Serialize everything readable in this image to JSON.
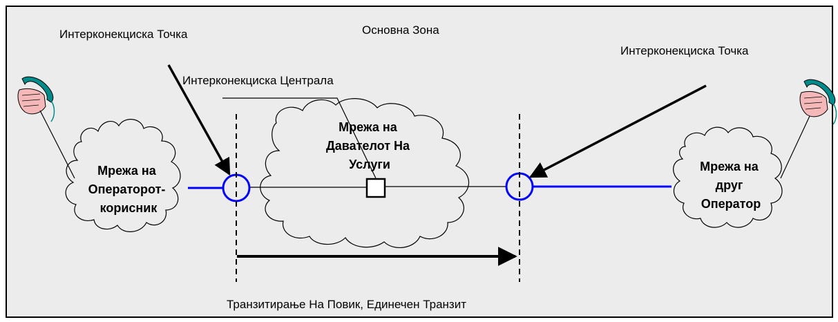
{
  "labels": {
    "interconnect_point_left": "Интерконекциска Точка",
    "main_zone": "Основна Зона",
    "interconnect_point_right": "Интерконекциска Точка",
    "interconnect_exchange": "Интерконекциска Централа",
    "transit_caption": "Транзитирање На Повик, Единечен Транзит"
  },
  "clouds": {
    "left": [
      "Мрежа на",
      "Операторот-",
      "корисник"
    ],
    "center": [
      "Мрежа на",
      "Давателот На",
      "Услуги"
    ],
    "right": [
      "Мрежа на",
      "друг",
      "Оператор"
    ]
  },
  "colors": {
    "background": "#ececec",
    "link_blue": "#0000ff",
    "hand_skin": "#f4b8b8",
    "handset": "#008a8a",
    "line": "#000000"
  },
  "icons": {
    "left_phone": "telephone-hand-icon",
    "right_phone": "telephone-hand-icon"
  }
}
